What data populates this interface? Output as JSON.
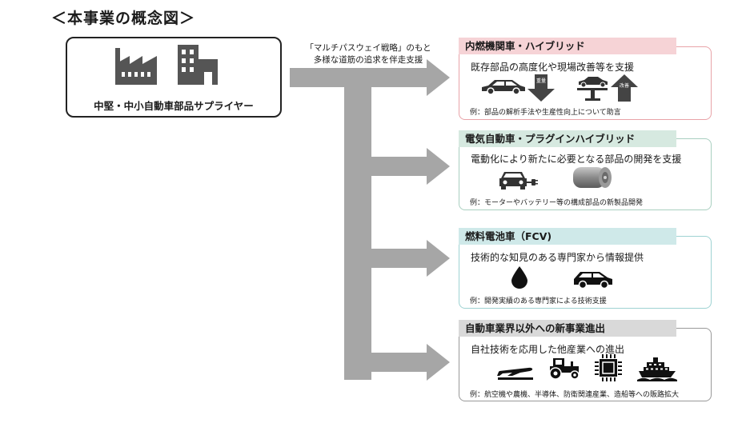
{
  "title": "＜本事業の概念図＞",
  "supplier": {
    "label": "中堅・中小自動車部品サプライヤー"
  },
  "strategy_note": {
    "line1": "「マルチパスウェイ戦略」のもと",
    "line2": "多様な道筋の追求を伴走支援"
  },
  "categories": [
    {
      "header": "内燃機関車・ハイブリッド",
      "description": "既存部品の高度化や現場改善等を支援",
      "example": "例：部品の解析手法や生産性向上について助言",
      "arrow_down_label": "重量",
      "arrow_up_label": "改善",
      "accent": "#e8a3a8",
      "header_bg": "#f6d3d6"
    },
    {
      "header": "電気自動車・プラグインハイブリッド",
      "description": "電動化により新たに必要となる部品の開発を支援",
      "example": "例：モーターやバッテリー等の構成部品の新製品開発",
      "accent": "#a9cfc0",
      "header_bg": "#d6e9e0"
    },
    {
      "header": "燃料電池車（FCV)",
      "description": "技術的な知見のある専門家から情報提供",
      "example": "例：開発実績のある専門家による技術支援",
      "accent": "#9fd3d3",
      "header_bg": "#cfe9e9"
    },
    {
      "header": "自動車業界以外への新事業進出",
      "description": "自社技術を応用した他産業への進出",
      "example": "例：航空機や農機、半導体、防衛関連産業、造船等への販路拡大",
      "accent": "#999999",
      "header_bg": "#d9d9d9"
    }
  ],
  "colors": {
    "arrow": "#a6a6a6",
    "icon": "#333333",
    "box_border": "#222222"
  }
}
